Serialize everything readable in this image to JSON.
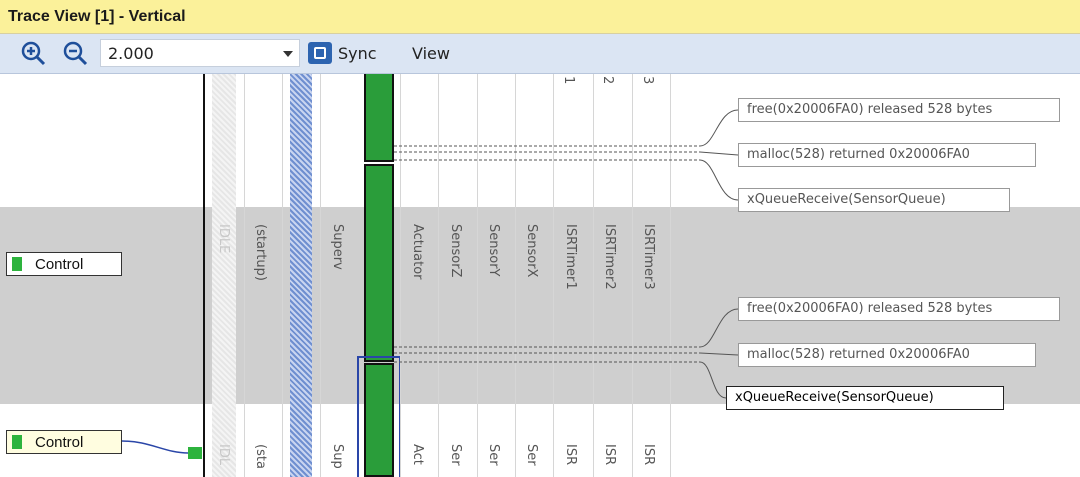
{
  "window": {
    "title": "Trace View [1] - Vertical"
  },
  "toolbar": {
    "zoom_in_icon": "zoom-in-icon",
    "zoom_out_icon": "zoom-out-icon",
    "zoom_value": "2.000",
    "sync_label": "Sync",
    "view_label": "View"
  },
  "actors": [
    {
      "label": "Control",
      "color": "#2db33d"
    },
    {
      "label": "Control",
      "color": "#2db33d"
    }
  ],
  "columns": {
    "top_partial": [
      "1",
      "2",
      "3"
    ],
    "middle": [
      "IDLE",
      "(startup)",
      "Superv",
      "Actuator",
      "SensorZ",
      "SensorY",
      "SensorX",
      "ISRTimer1",
      "ISRTimer2",
      "ISRTimer3"
    ],
    "bottom_partial": [
      "IDL",
      "(sta",
      "Sup",
      "Act",
      "Ser",
      "Ser",
      "Ser",
      "ISR",
      "ISR",
      "ISR"
    ]
  },
  "events_top": [
    "free(0x20006FA0) released 528 bytes",
    "malloc(528) returned 0x20006FA0",
    "xQueueReceive(SensorQueue)"
  ],
  "events_mid": [
    "free(0x20006FA0) released 528 bytes",
    "malloc(528) returned 0x20006FA0",
    "xQueueReceive(SensorQueue)"
  ],
  "colors": {
    "accent_green": "#2db33d",
    "selection_blue": "#2a46a8",
    "title_bg": "#fbf19a",
    "toolbar_bg": "#dbe5f3"
  }
}
